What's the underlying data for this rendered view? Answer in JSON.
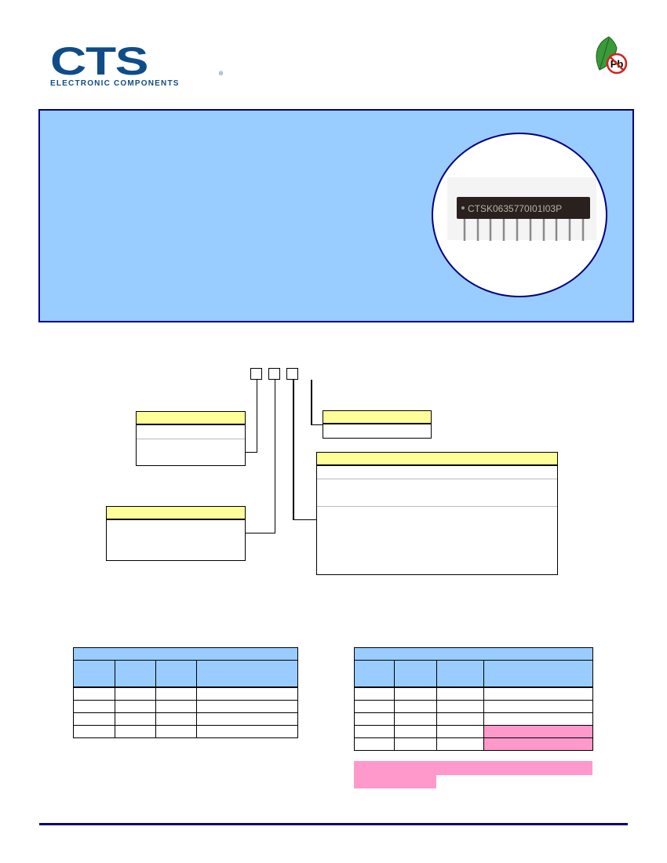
{
  "header": {
    "logo": {
      "brand": "CTS",
      "registered_mark": "®",
      "tagline": "ELECTRONIC COMPONENTS",
      "brand_color": "#0f4c8a"
    },
    "compliance_badge": {
      "icon": "lead-free-leaf-icon",
      "label": "Pb",
      "leaf_color": "#3a9a3a",
      "prohibition_color": "#d32020"
    }
  },
  "product_panel": {
    "background_color": "#99ccff",
    "border_color": "#000080",
    "title": "",
    "features": [],
    "photo": {
      "icon": "resistor-network-sip-photo",
      "part_marking": "CTSK0635770I01I03P",
      "pin_count": 10
    }
  },
  "ordering_diagram": {
    "part_number_prefix": "",
    "digit_boxes": [
      "",
      "",
      ""
    ],
    "code_boxes": [
      {
        "id": "box-a",
        "title": "",
        "rows": [
          "",
          ""
        ]
      },
      {
        "id": "box-b",
        "title": "",
        "rows": [
          ""
        ]
      },
      {
        "id": "box-c",
        "title": "",
        "rows": [
          "",
          ""
        ]
      },
      {
        "id": "box-d",
        "title": "",
        "rows": [
          "",
          "",
          ""
        ]
      }
    ],
    "header_fill": "#ffff99"
  },
  "tables": [
    {
      "title": "",
      "columns": [
        "",
        "",
        "",
        ""
      ],
      "rows": [
        [
          "",
          "",
          "",
          ""
        ],
        [
          "",
          "",
          "",
          ""
        ],
        [
          "",
          "",
          "",
          ""
        ],
        [
          "",
          "",
          "",
          ""
        ]
      ],
      "header_fill": "#99ccff"
    },
    {
      "title": "",
      "columns": [
        "",
        "",
        "",
        ""
      ],
      "rows": [
        [
          "",
          "",
          "",
          ""
        ],
        [
          "",
          "",
          "",
          ""
        ],
        [
          "",
          "",
          "",
          ""
        ],
        [
          "",
          "",
          "",
          ""
        ],
        [
          "",
          "",
          "",
          ""
        ]
      ],
      "highlighted_cells": [
        [
          3,
          3
        ],
        [
          4,
          3
        ]
      ],
      "highlight_fill": "#ff99cc",
      "note": ""
    }
  ],
  "footer": {
    "rule_color": "#000080",
    "text": ""
  }
}
